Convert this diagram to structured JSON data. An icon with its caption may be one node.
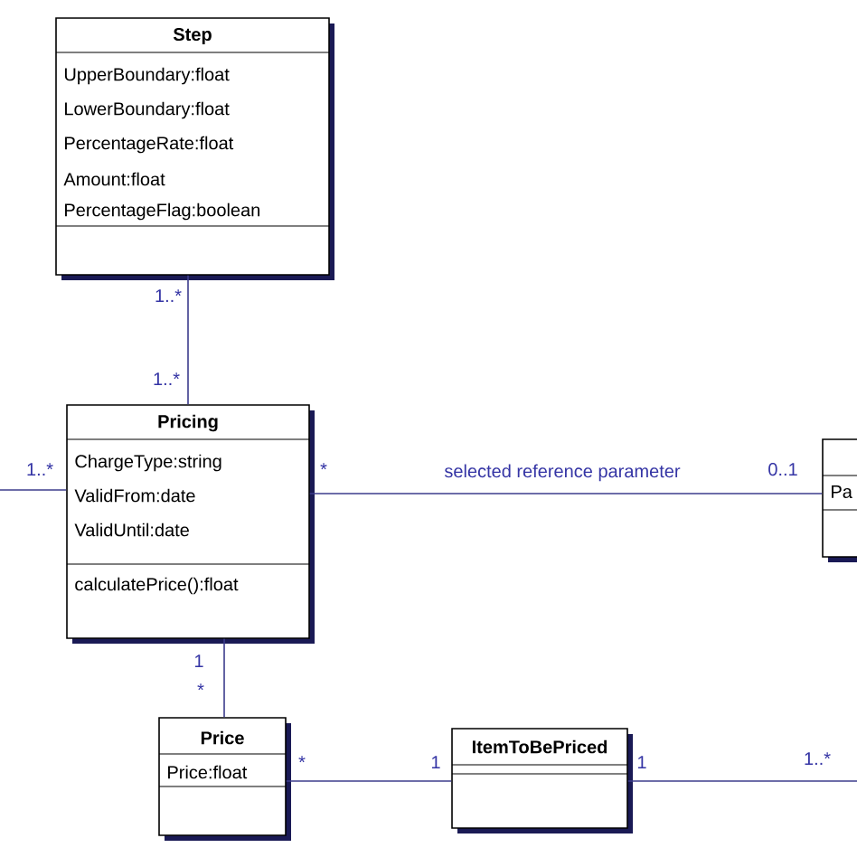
{
  "diagram": {
    "nodes": [
      {
        "text": [
          "Step",
          "UpperBoundary:float",
          "LowerBoundary:float",
          "PercentageRate:float",
          "Amount:float",
          "PercentageFlag:boolean"
        ]
      },
      {
        "text": [
          "Pricing",
          "ChargeType:string",
          "ValidFrom:date",
          "ValidUntil:date",
          "calculatePrice():float"
        ]
      },
      {
        "text": [
          "Price",
          "Price:float"
        ]
      },
      {
        "text": [
          "ItemToBePriced"
        ]
      },
      {
        "text": [
          "Pa"
        ]
      }
    ],
    "edges": [
      {
        "from": 0,
        "to": 1,
        "arrow": "none"
      },
      {
        "from": null,
        "to": 1,
        "arrow": "none"
      },
      {
        "from": 1,
        "to": 4,
        "arrow": "none",
        "label": "selected reference parameter"
      },
      {
        "from": 1,
        "to": 2,
        "arrow": "none"
      },
      {
        "from": 2,
        "to": 3,
        "arrow": "none"
      },
      {
        "from": 3,
        "to": null,
        "arrow": "none"
      }
    ],
    "labels": [
      "1..*",
      "1..*",
      "1..*",
      "*",
      "0..1",
      "1",
      "*",
      "*",
      "1",
      "1",
      "1..*"
    ]
  }
}
